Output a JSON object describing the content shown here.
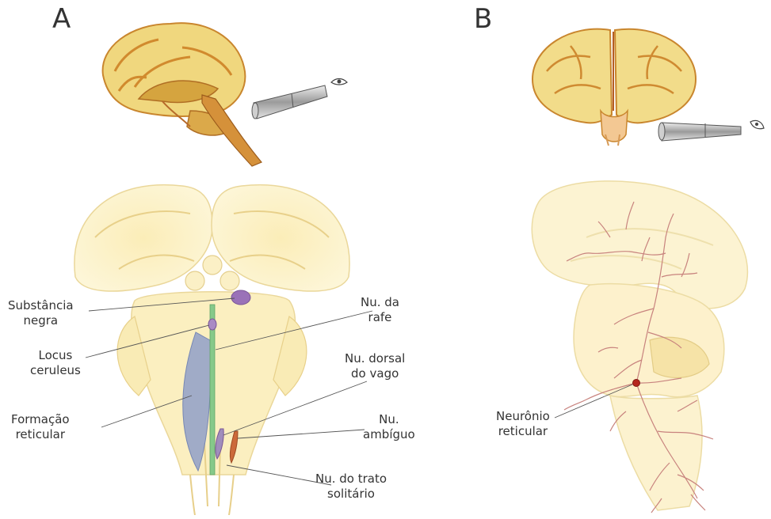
{
  "panel_a": {
    "letter": "A",
    "labels": {
      "substantia_nigra": [
        "Substância",
        "negra"
      ],
      "locus_ceruleus": [
        "Locus",
        "ceruleus"
      ],
      "reticular_formation": [
        "Formação",
        "reticular"
      ],
      "raphe_nucleus": [
        "Nu. da",
        "rafe"
      ],
      "dorsal_vagus_nucleus": [
        "Nu. dorsal",
        "do vago"
      ],
      "ambiguus_nucleus": [
        "Nu.",
        "ambíguo"
      ],
      "solitary_tract_nucleus": [
        "Nu. do trato",
        "solitário"
      ]
    }
  },
  "panel_b": {
    "letter": "B",
    "labels": {
      "reticular_neuron": [
        "Neurônio",
        "reticular"
      ]
    }
  },
  "colors": {
    "brain_tissue": "#f3df8e",
    "brainstem_pale": "#fbf1c4",
    "reticular_formation": "#8f9fc8",
    "substantia_nigra": "#9a72b8",
    "raphe": "#86c98a",
    "neuron": "#c8837e",
    "ambiguus": "#cc6a3a"
  }
}
